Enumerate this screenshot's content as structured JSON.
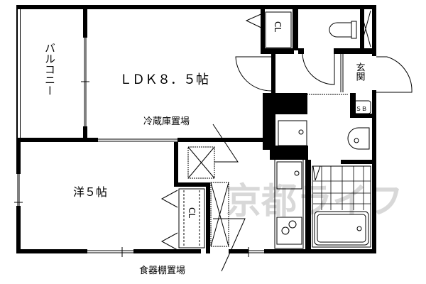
{
  "floorplan": {
    "rooms": {
      "balcony": "バルコニー",
      "ldk": "ＬＤＫ８．５帖",
      "western_room": "洋５帖",
      "entrance": "玄関",
      "closet_top": "CL",
      "closet_bottom": "CL",
      "shoe_box": "ＳＢ"
    },
    "annotations": {
      "fridge_space": "冷蔵庫置場",
      "cupboard_space": "食器棚置場"
    },
    "watermark": "京都ライフ",
    "colors": {
      "wall": "#000000",
      "line": "#000000",
      "watermark": "#d8d8d8",
      "background": "#ffffff"
    }
  }
}
